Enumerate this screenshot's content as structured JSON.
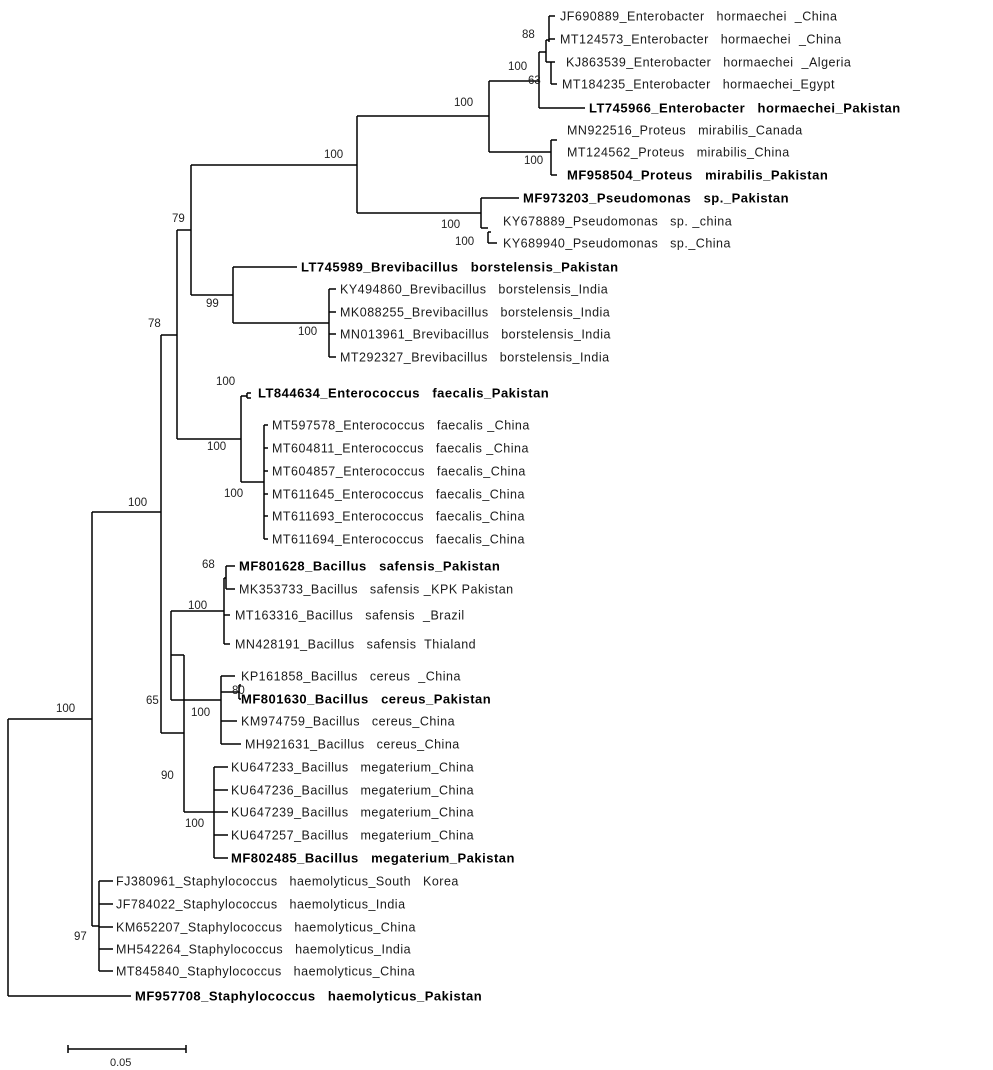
{
  "tree": {
    "taxa": [
      {
        "id": "t1",
        "label": "JF690889_Enterobacter   hormaechei  _China",
        "bold": false
      },
      {
        "id": "t2",
        "label": "MT124573_Enterobacter   hormaechei  _China",
        "bold": false
      },
      {
        "id": "t3",
        "label": "KJ863539_Enterobacter   hormaechei  _Algeria",
        "bold": false
      },
      {
        "id": "t4",
        "label": "MT184235_Enterobacter   hormaechei_Egypt",
        "bold": false
      },
      {
        "id": "t5",
        "label": "LT745966_Enterobacter   hormaechei_Pakistan",
        "bold": true
      },
      {
        "id": "t6",
        "label": "MN922516_Proteus   mirabilis_Canada",
        "bold": false
      },
      {
        "id": "t7",
        "label": "MT124562_Proteus   mirabilis_China",
        "bold": false
      },
      {
        "id": "t8",
        "label": "MF958504_Proteus   mirabilis_Pakistan",
        "bold": true
      },
      {
        "id": "t9",
        "label": "MF973203_Pseudomonas   sp._Pakistan",
        "bold": true
      },
      {
        "id": "t10",
        "label": "KY678889_Pseudomonas   sp. _china",
        "bold": false
      },
      {
        "id": "t11",
        "label": "KY689940_Pseudomonas   sp._China",
        "bold": false
      },
      {
        "id": "t12",
        "label": "LT745989_Brevibacillus   borstelensis_Pakistan",
        "bold": true
      },
      {
        "id": "t13",
        "label": "KY494860_Brevibacillus   borstelensis_India",
        "bold": false
      },
      {
        "id": "t14",
        "label": "MK088255_Brevibacillus   borstelensis_India",
        "bold": false
      },
      {
        "id": "t15",
        "label": "MN013961_Brevibacillus   borstelensis_India",
        "bold": false
      },
      {
        "id": "t16",
        "label": "MT292327_Brevibacillus   borstelensis_India",
        "bold": false
      },
      {
        "id": "t17",
        "label": "LT844634_Enterococcus   faecalis_Pakistan",
        "bold": true
      },
      {
        "id": "t18",
        "label": "MT597578_Enterococcus   faecalis _China",
        "bold": false
      },
      {
        "id": "t19",
        "label": "MT604811_Enterococcus   faecalis _China",
        "bold": false
      },
      {
        "id": "t20",
        "label": "MT604857_Enterococcus   faecalis_China",
        "bold": false
      },
      {
        "id": "t21",
        "label": "MT611645_Enterococcus   faecalis_China",
        "bold": false
      },
      {
        "id": "t22",
        "label": "MT611693_Enterococcus   faecalis_China",
        "bold": false
      },
      {
        "id": "t23",
        "label": "MT611694_Enterococcus   faecalis_China",
        "bold": false
      },
      {
        "id": "t24",
        "label": "MF801628_Bacillus   safensis_Pakistan",
        "bold": true
      },
      {
        "id": "t25",
        "label": "MK353733_Bacillus   safensis _KPK Pakistan",
        "bold": false
      },
      {
        "id": "t26",
        "label": "MT163316_Bacillus   safensis  _Brazil",
        "bold": false
      },
      {
        "id": "t27",
        "label": "MN428191_Bacillus   safensis  Thialand",
        "bold": false
      },
      {
        "id": "t28",
        "label": "KP161858_Bacillus   cereus  _China",
        "bold": false
      },
      {
        "id": "t29",
        "label": "MF801630_Bacillus   cereus_Pakistan",
        "bold": true
      },
      {
        "id": "t30",
        "label": "KM974759_Bacillus   cereus_China",
        "bold": false
      },
      {
        "id": "t31",
        "label": "MH921631_Bacillus   cereus_China",
        "bold": false
      },
      {
        "id": "t32",
        "label": "KU647233_Bacillus   megaterium_China",
        "bold": false
      },
      {
        "id": "t33",
        "label": "KU647236_Bacillus   megaterium_China",
        "bold": false
      },
      {
        "id": "t34",
        "label": "KU647239_Bacillus   megaterium_China",
        "bold": false
      },
      {
        "id": "t35",
        "label": "KU647257_Bacillus   megaterium_China",
        "bold": false
      },
      {
        "id": "t36",
        "label": "MF802485_Bacillus   megaterium_Pakistan",
        "bold": true
      },
      {
        "id": "t37",
        "label": "FJ380961_Staphylococcus   haemolyticus_South   Korea",
        "bold": false
      },
      {
        "id": "t38",
        "label": "JF784022_Staphylococcus   haemolyticus_India",
        "bold": false
      },
      {
        "id": "t39",
        "label": "KM652207_Staphylococcus   haemolyticus_China",
        "bold": false
      },
      {
        "id": "t40",
        "label": "MH542264_Staphylococcus   haemolyticus_India",
        "bold": false
      },
      {
        "id": "t41",
        "label": "MT845840_Staphylococcus   haemolyticus_China",
        "bold": false
      },
      {
        "id": "t42",
        "label": "MF957708_Staphylococcus   haemolyticus_Pakistan",
        "bold": true
      }
    ],
    "bootstrap": [
      {
        "id": "b88",
        "value": "88"
      },
      {
        "id": "b100a",
        "value": "100"
      },
      {
        "id": "b63",
        "value": "63"
      },
      {
        "id": "b100b",
        "value": "100"
      },
      {
        "id": "b100c",
        "value": "100"
      },
      {
        "id": "b100d",
        "value": "100"
      },
      {
        "id": "b100e",
        "value": "100"
      },
      {
        "id": "b100f",
        "value": "100"
      },
      {
        "id": "b79",
        "value": "79"
      },
      {
        "id": "b99",
        "value": "99"
      },
      {
        "id": "b100g",
        "value": "100"
      },
      {
        "id": "b78",
        "value": "78"
      },
      {
        "id": "b100h",
        "value": "100"
      },
      {
        "id": "b100i",
        "value": "100"
      },
      {
        "id": "b100j",
        "value": "100"
      },
      {
        "id": "b100k",
        "value": "100"
      },
      {
        "id": "b68",
        "value": "68"
      },
      {
        "id": "b100l",
        "value": "100"
      },
      {
        "id": "b80",
        "value": "80"
      },
      {
        "id": "b100m",
        "value": "100"
      },
      {
        "id": "b65",
        "value": "65"
      },
      {
        "id": "b90",
        "value": "90"
      },
      {
        "id": "b100n",
        "value": "100"
      },
      {
        "id": "b100o",
        "value": "100"
      },
      {
        "id": "b97",
        "value": "97"
      }
    ],
    "scale_bar": {
      "label": "0.05",
      "length": 0.05
    }
  }
}
